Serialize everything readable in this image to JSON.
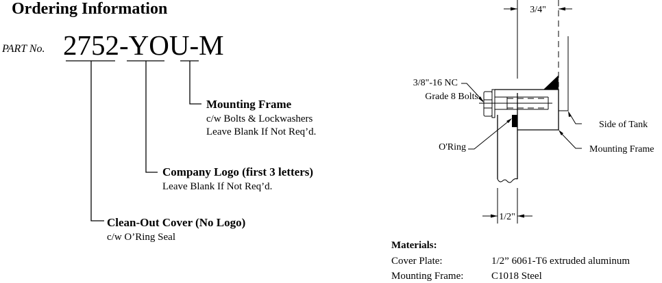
{
  "title": "Ordering Information",
  "part": {
    "prefix": "PART No.",
    "number": "2752-YOU-M"
  },
  "options": [
    {
      "heading": "Mounting Frame",
      "lines": [
        "c/w Bolts & Lockwashers",
        "Leave Blank If Not Req’d."
      ]
    },
    {
      "heading": "Company Logo (first 3 letters)",
      "lines": [
        "Leave Blank If Not Req’d."
      ]
    },
    {
      "heading": "Clean-Out Cover (No Logo)",
      "lines": [
        "c/w O’Ring Seal"
      ]
    }
  ],
  "diagram": {
    "dim_top": "3/4\"",
    "dim_bottom": "1/2\"",
    "bolt_label_1": "3/8\"-16 NC",
    "bolt_label_2": "Grade 8 Bolts",
    "oring_label": "O'Ring",
    "tank_label": "Side of Tank",
    "frame_label": "Mounting Frame"
  },
  "materials": {
    "heading": "Materials:",
    "rows": [
      {
        "label": "Cover Plate:",
        "value": "1/2” 6061-T6 extruded aluminum"
      },
      {
        "label": "Mounting Frame:",
        "value": "C1018 Steel"
      }
    ]
  }
}
